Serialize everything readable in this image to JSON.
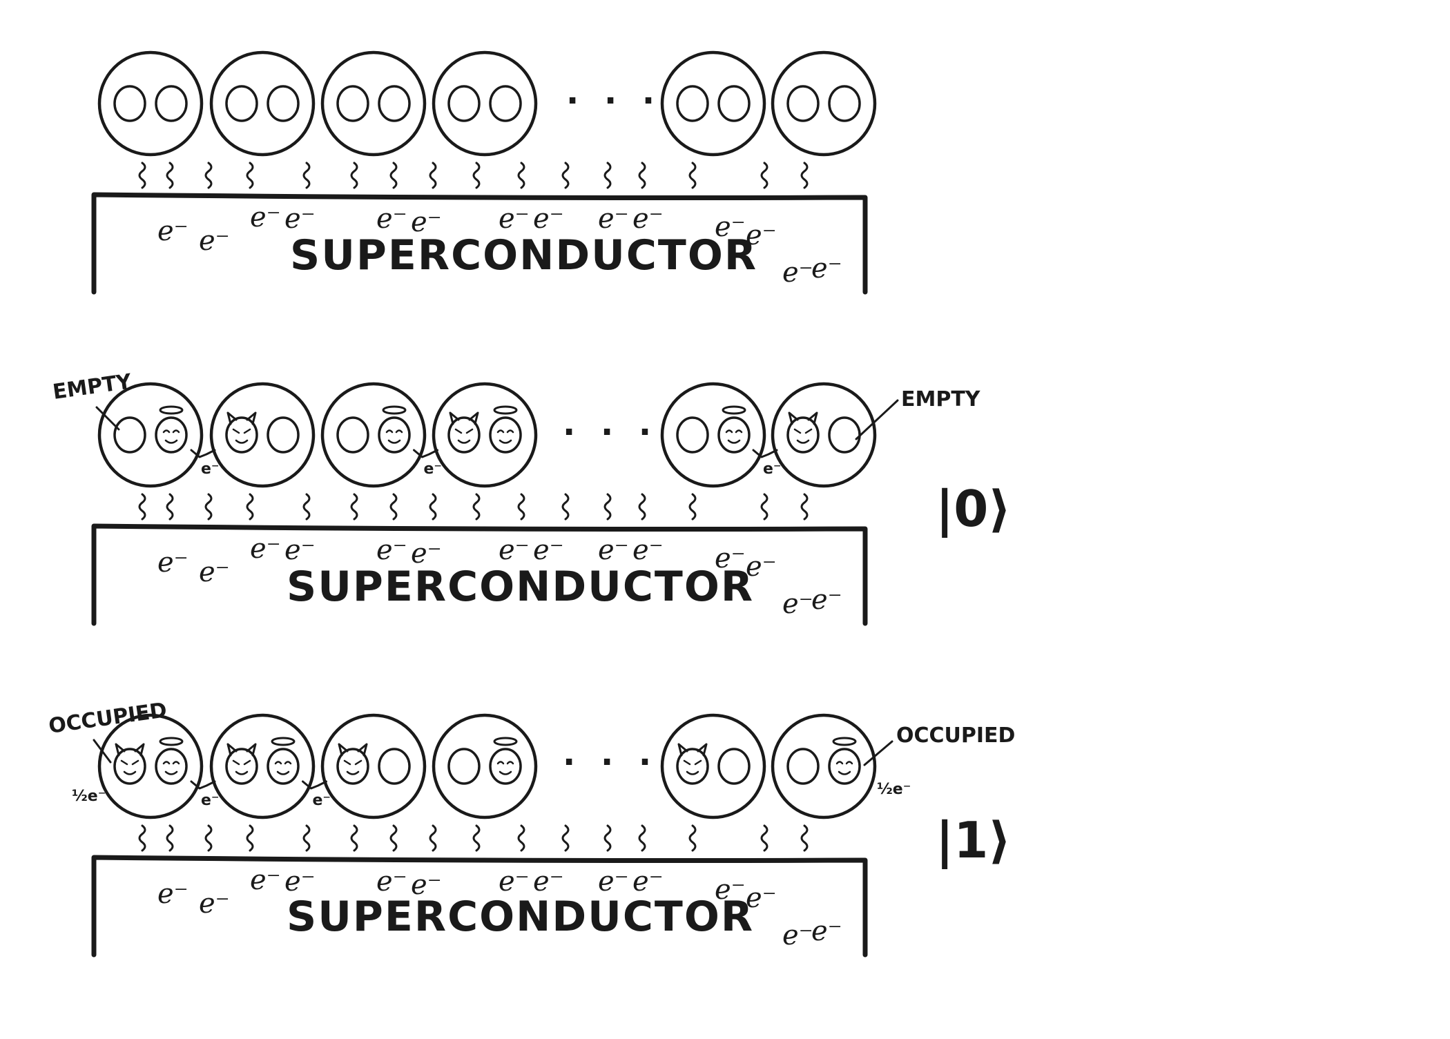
{
  "panels": [
    {
      "substrate_label": "SUPERCONDUCTOR",
      "ellipsis": "· · ·",
      "state_label": "",
      "left_note": "",
      "right_note": ""
    },
    {
      "substrate_label": "SUPERCONDUCTOR",
      "ellipsis": "· · ·",
      "state_label": "|0⟩",
      "left_note": "EMPTY",
      "right_note": "EMPTY"
    },
    {
      "substrate_label": "SUPERCONDUCTOR",
      "ellipsis": "· · ·",
      "state_label": "|1⟩",
      "left_note": "OCCUPIED",
      "right_note": "OCCUPIED",
      "left_charge": "½e⁻",
      "right_charge": "½e⁻"
    }
  ],
  "labels": {
    "electron": "e⁻"
  },
  "icons": [
    "site-circle-icon",
    "angel-face-icon",
    "devil-face-icon",
    "halo-icon",
    "horns-icon",
    "pointer-arrow-icon",
    "squiggle-coupling-icon"
  ],
  "colors": {
    "ink": "#1a1a1a",
    "background": "#ffffff"
  }
}
